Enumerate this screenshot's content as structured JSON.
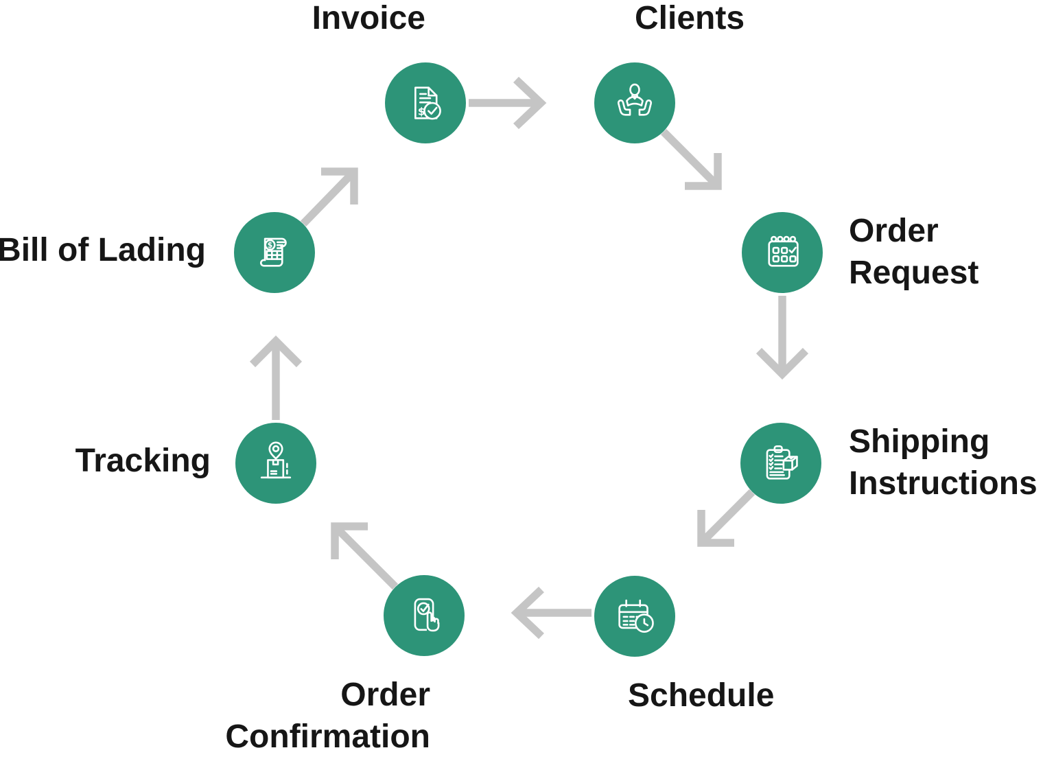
{
  "diagram": {
    "type": "circular-process-flow",
    "colors": {
      "node": "#2D9478",
      "icon": "#FFFFFF",
      "arrow": "#C5C5C5",
      "label": "#161616",
      "background": "#FFFFFF"
    },
    "steps": [
      {
        "id": "invoice",
        "label": "Invoice",
        "icon": "invoice-document-check-icon"
      },
      {
        "id": "clients",
        "label": "Clients",
        "icon": "hands-holding-client-icon"
      },
      {
        "id": "order-request",
        "label": "Order Request",
        "icon": "calendar-check-icon"
      },
      {
        "id": "shipping-instructions",
        "label": "Shipping Instructions",
        "icon": "clipboard-checklist-package-icon"
      },
      {
        "id": "schedule",
        "label": "Schedule",
        "icon": "calendar-clock-icon"
      },
      {
        "id": "order-confirmation",
        "label": "Order Confirmation",
        "icon": "phone-tap-confirm-icon"
      },
      {
        "id": "tracking",
        "label": "Tracking",
        "icon": "package-location-pin-icon"
      },
      {
        "id": "bill-of-lading",
        "label": "Bill of Lading",
        "icon": "billing-scroll-icon"
      }
    ],
    "flow": [
      "invoice",
      "clients",
      "order-request",
      "shipping-instructions",
      "schedule",
      "order-confirmation",
      "tracking",
      "bill-of-lading",
      "invoice"
    ],
    "dollar_glyph": "$"
  }
}
